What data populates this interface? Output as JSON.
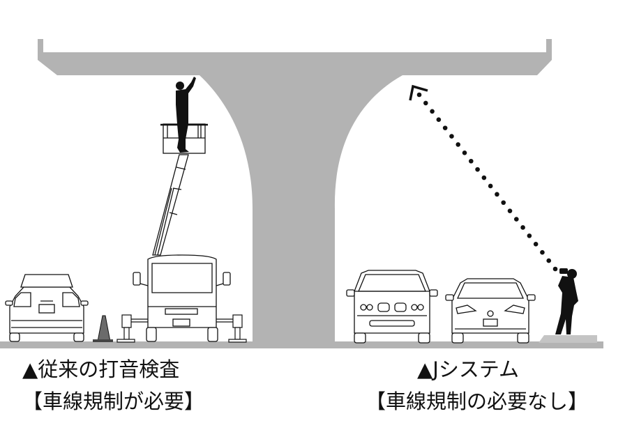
{
  "colors": {
    "structure": "#b3b3b3",
    "ground": "#b3b3b3",
    "sidewalk": "#c4c4c4",
    "ink": "#111111",
    "cone": "#6b6b6b",
    "background": "#ffffff"
  },
  "left_panel": {
    "title": "▲従来の打音検査",
    "subtitle": "【車線規制が必要】",
    "elements": [
      "sedan-rear-view",
      "traffic-cone",
      "barrier-posts",
      "aerial-work-truck",
      "worker-on-platform"
    ]
  },
  "right_panel": {
    "title": "▲Jシステム",
    "subtitle": "【車線規制の必要なし】",
    "elements": [
      "suv-front-view",
      "sedan-front-view",
      "operator-with-device",
      "dotted-measurement-beam"
    ]
  }
}
